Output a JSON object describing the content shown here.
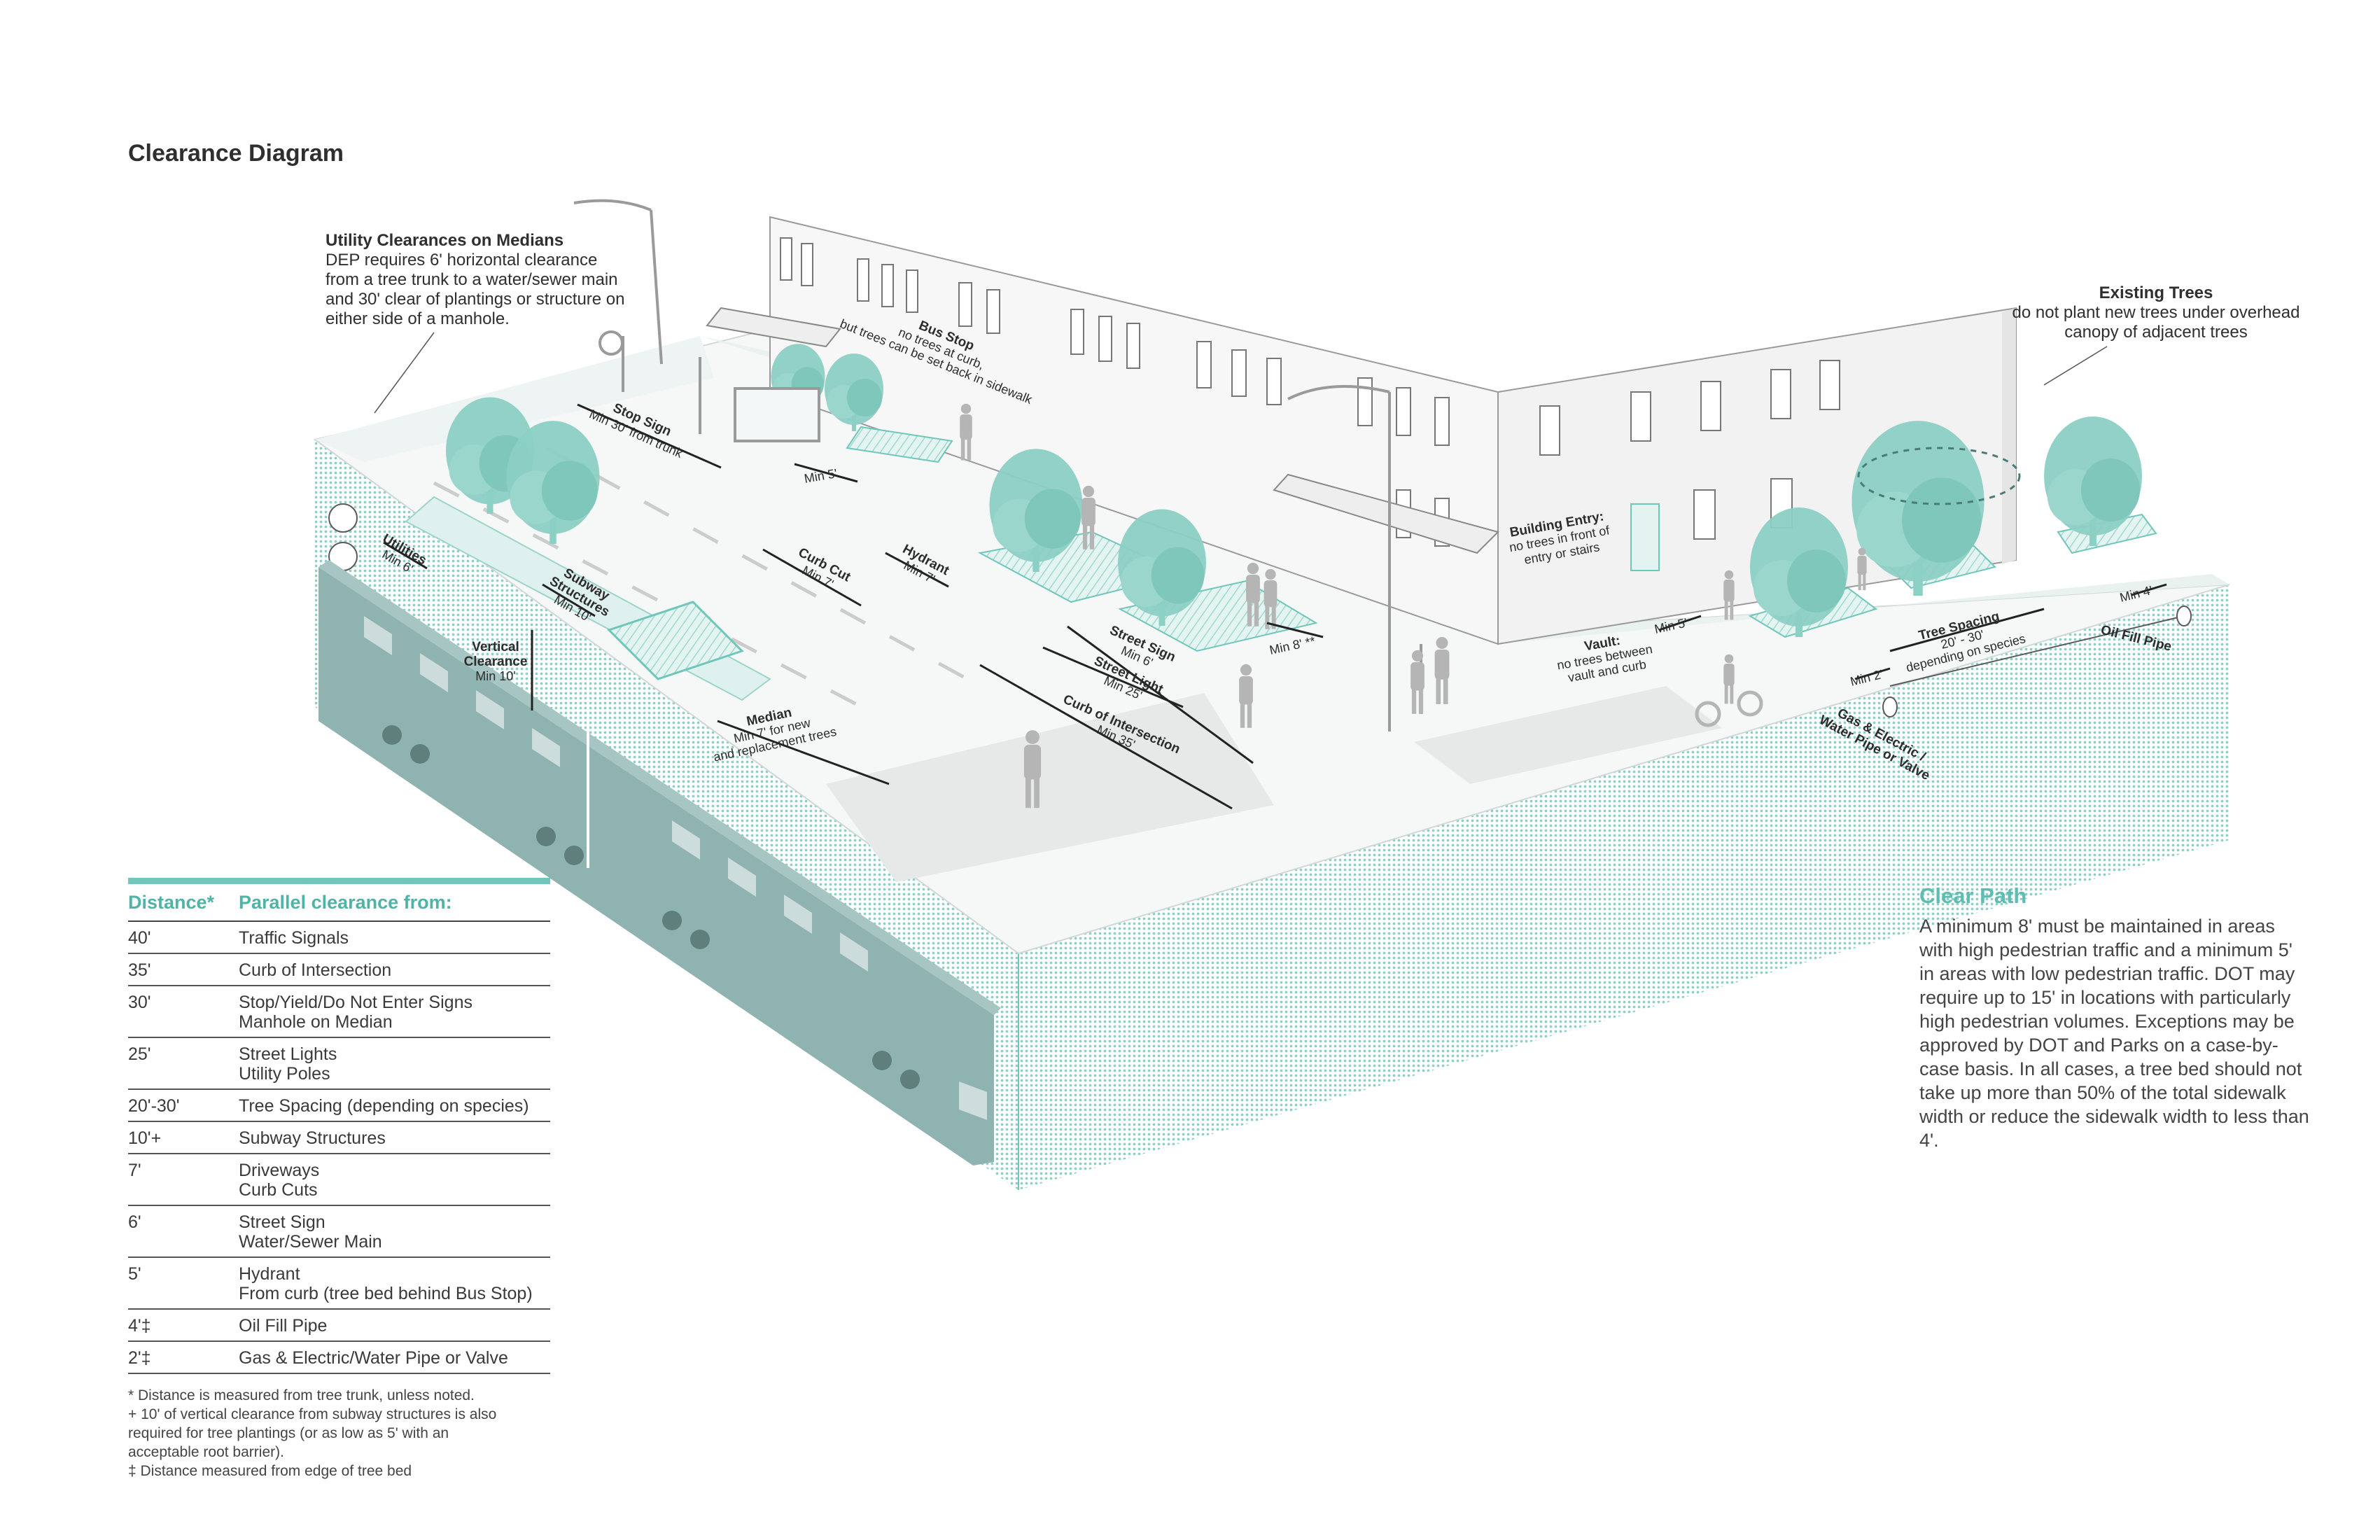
{
  "title": "Clearance Diagram",
  "callouts": {
    "utility": {
      "heading": "Utility Clearances on Medians",
      "body": "DEP requires 6' horizontal clearance from a tree trunk to a water/sewer main and 30' clear of plantings or structure on either side of a manhole."
    },
    "existing_trees": {
      "heading": "Existing Trees",
      "body": "do not plant new trees under overhead canopy of adjacent trees"
    }
  },
  "diagram_labels": {
    "stop_sign": "Stop Sign",
    "stop_sign_min": "Min 30' from trunk",
    "bus_stop": "Bus Stop",
    "bus_stop_1": "no trees at curb,",
    "bus_stop_2": "but trees can be set back in sidewalk",
    "min5_bus": "Min 5'",
    "utilities": "Utilities",
    "utilities_min": "Min 6'",
    "subway": "Subway",
    "subway_2": "Structures",
    "subway_min": "Min 10'",
    "vertical": "Vertical",
    "vertical_2": "Clearance",
    "vertical_min": "Min 10'",
    "curb_cut": "Curb Cut",
    "curb_cut_min": "Min 7'",
    "hydrant": "Hydrant",
    "hydrant_min": "Min 7'",
    "median": "Median",
    "median_1": "Min 7' for new",
    "median_2": "and replacement trees",
    "street_sign": "Street Sign",
    "street_sign_min": "Min 6'",
    "street_light": "Street Light",
    "street_light_min": "Min 25'",
    "curb_int": "Curb of Intersection",
    "curb_int_min": "Min 35'",
    "min8": "Min 8' **",
    "building_entry": "Building Entry:",
    "building_entry_1": "no trees in front of",
    "building_entry_2": "entry or stairs",
    "vault": "Vault:",
    "vault_1": "no trees between",
    "vault_2": "vault and curb",
    "min5_vault": "Min 5'",
    "min2": "Min 2'",
    "tree_spacing": "Tree Spacing",
    "tree_spacing_1": "20' - 30'",
    "tree_spacing_2": "depending on species",
    "min4": "Min 4'",
    "oil_fill": "Oil Fill Pipe",
    "gas": "Gas & Electric /",
    "gas_2": "Water Pipe or Valve"
  },
  "table": {
    "headers": [
      "Distance*",
      "Parallel clearance from:"
    ],
    "rows": [
      {
        "d": "40'",
        "items": [
          "Traffic Signals"
        ]
      },
      {
        "d": "35'",
        "items": [
          "Curb of Intersection"
        ]
      },
      {
        "d": "30'",
        "items": [
          "Stop/Yield/Do Not Enter Signs",
          "Manhole on Median"
        ]
      },
      {
        "d": "25'",
        "items": [
          "Street Lights",
          "Utility Poles"
        ]
      },
      {
        "d": "20'-30'",
        "items": [
          "Tree Spacing (depending on species)"
        ]
      },
      {
        "d": "10'+",
        "items": [
          "Subway Structures"
        ]
      },
      {
        "d": "7'",
        "items": [
          "Driveways",
          "Curb Cuts"
        ]
      },
      {
        "d": "6'",
        "items": [
          "Street Sign",
          "Water/Sewer Main"
        ]
      },
      {
        "d": "5'",
        "items": [
          "Hydrant",
          "From curb (tree bed behind Bus Stop)"
        ]
      },
      {
        "d": "4'‡",
        "items": [
          "Oil Fill Pipe"
        ]
      },
      {
        "d": "2'‡",
        "items": [
          "Gas & Electric/Water Pipe or Valve"
        ]
      }
    ]
  },
  "footnotes": [
    "* Distance is measured from tree trunk, unless noted.",
    "+ 10' of vertical clearance from subway structures is also",
    "required for tree plantings (or as low as 5' with an",
    "acceptable root barrier).",
    "‡ Distance measured from edge of tree bed"
  ],
  "clear_path": {
    "heading": "Clear Path",
    "body": "A minimum 8' must be maintained in areas with high pedestrian traffic and a minimum 5' in areas with low pedestrian traffic. DOT may require up to 15' in locations with particularly high pedestrian volumes. Exceptions may be approved by DOT and Parks on a case-by-case basis. In all cases, a tree bed should not take up more than 50% of the total sidewalk width or reduce the sidewalk width to less than 4'."
  },
  "colors": {
    "teal": "#6fc6bb",
    "teal_dark": "#4fb3a6",
    "tree": "#8ccfc4",
    "train": "#8fb3b0",
    "grey": "#bdbdbd"
  }
}
